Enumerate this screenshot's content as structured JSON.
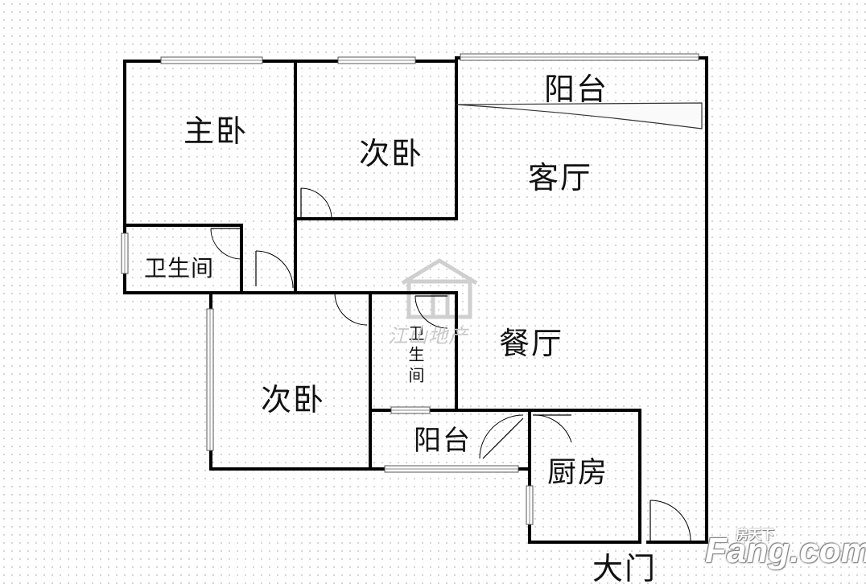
{
  "floorplan": {
    "rooms": [
      {
        "id": "master-bedroom",
        "label": "主卧"
      },
      {
        "id": "second-bedroom-north",
        "label": "次卧"
      },
      {
        "id": "balcony-north",
        "label": "阳台"
      },
      {
        "id": "living-room",
        "label": "客厅"
      },
      {
        "id": "bathroom-west",
        "label": "卫生间"
      },
      {
        "id": "dining-room",
        "label": "餐厅"
      },
      {
        "id": "bathroom-center",
        "label": "卫生间"
      },
      {
        "id": "second-bedroom-south",
        "label": "次卧"
      },
      {
        "id": "balcony-south",
        "label": "阳台"
      },
      {
        "id": "kitchen",
        "label": "厨房"
      }
    ],
    "entrance_label": "大门"
  },
  "watermark": {
    "text": "江山地产"
  },
  "brand": {
    "tag": "房天下",
    "site": "Fang.com"
  },
  "colors": {
    "wall": "#000000",
    "window": "#888888",
    "background": "#ffffff",
    "watermark": "#c9c9c9"
  }
}
